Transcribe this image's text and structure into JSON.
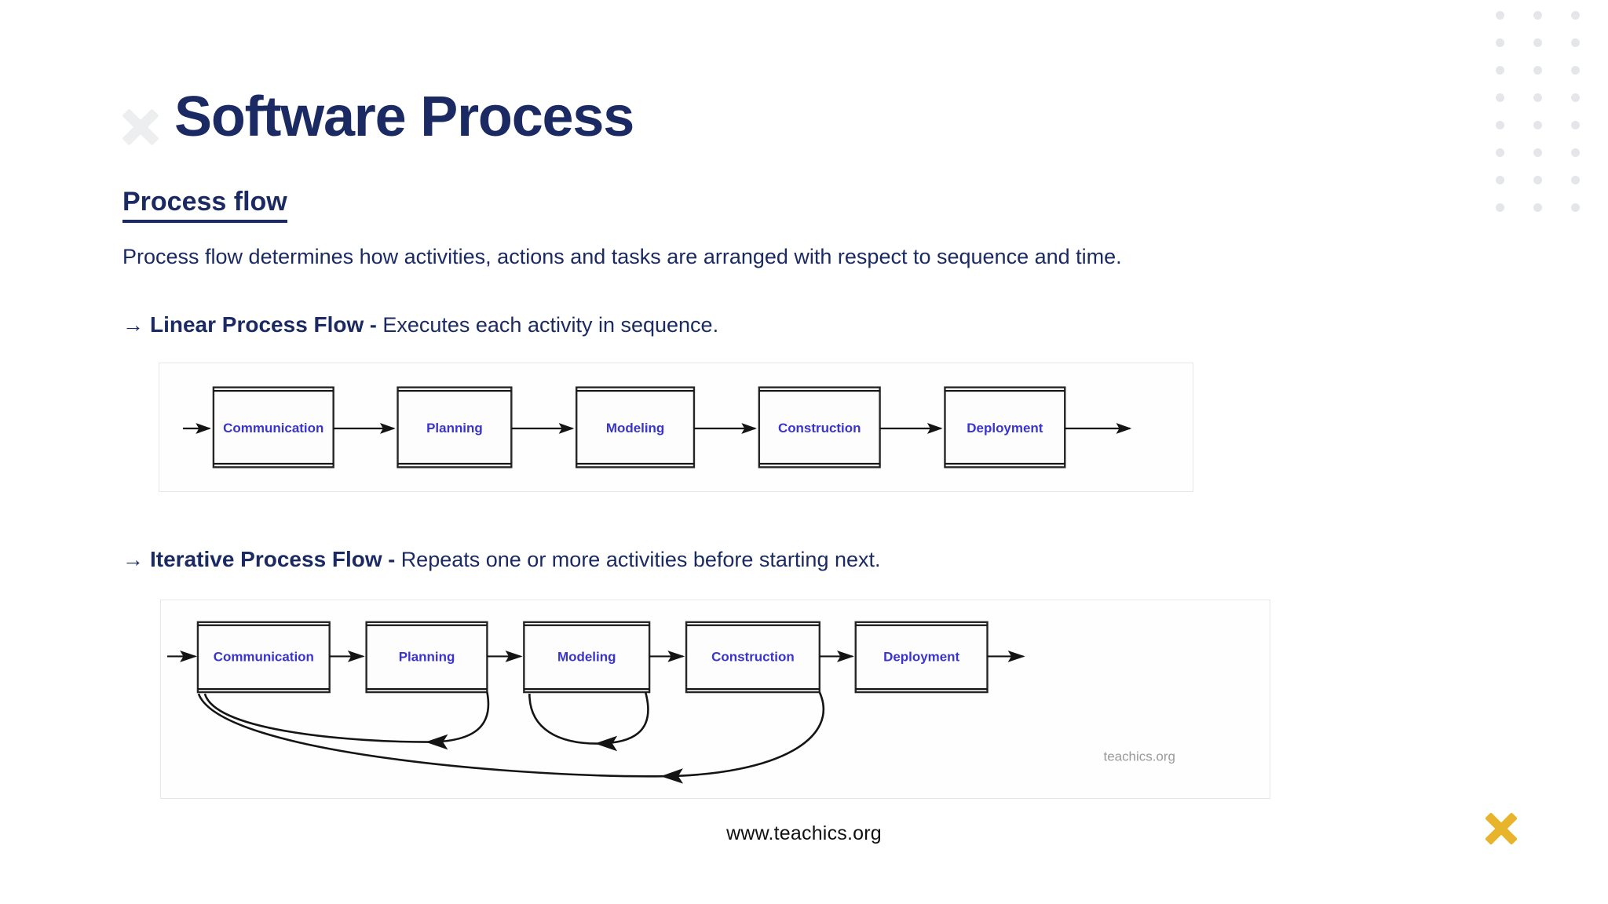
{
  "slide": {
    "title": "Software Process",
    "section_heading": "Process flow",
    "intro_paragraph": "Process flow determines how activities, actions and tasks are arranged with respect to sequence and time.",
    "footer_url": "www.teachics.org"
  },
  "flows": [
    {
      "bullet_glyph": "→",
      "term": "Linear Process Flow",
      "separator": " - ",
      "description": "Executes each activity in sequence."
    },
    {
      "bullet_glyph": "→",
      "term": "Iterative Process Flow",
      "separator": " - ",
      "description": "Repeats one or more activities before starting next."
    }
  ],
  "diagrams": {
    "linear": {
      "nodes": [
        "Communication",
        "Planning",
        "Modeling",
        "Construction",
        "Deployment"
      ],
      "loops": []
    },
    "iterative": {
      "nodes": [
        "Communication",
        "Planning",
        "Modeling",
        "Construction",
        "Deployment"
      ],
      "loops": [
        {
          "from": "Planning",
          "to": "Communication"
        },
        {
          "from": "Modeling",
          "to": "Modeling"
        },
        {
          "from": "Construction",
          "to": "Communication"
        }
      ],
      "watermark": "teachics.org"
    }
  },
  "decorations": {
    "dot_grid": {
      "columns": 3,
      "rows": 8,
      "color": "#E4E6E9"
    },
    "title_x_color": "#EDEEF0",
    "corner_x_color": "#E8B42B"
  },
  "colors": {
    "navy": "#1B2A63",
    "node_label_blue": "#3A34CF",
    "panel_border": "#E7E7E9",
    "accent_gold": "#E8B42B"
  }
}
